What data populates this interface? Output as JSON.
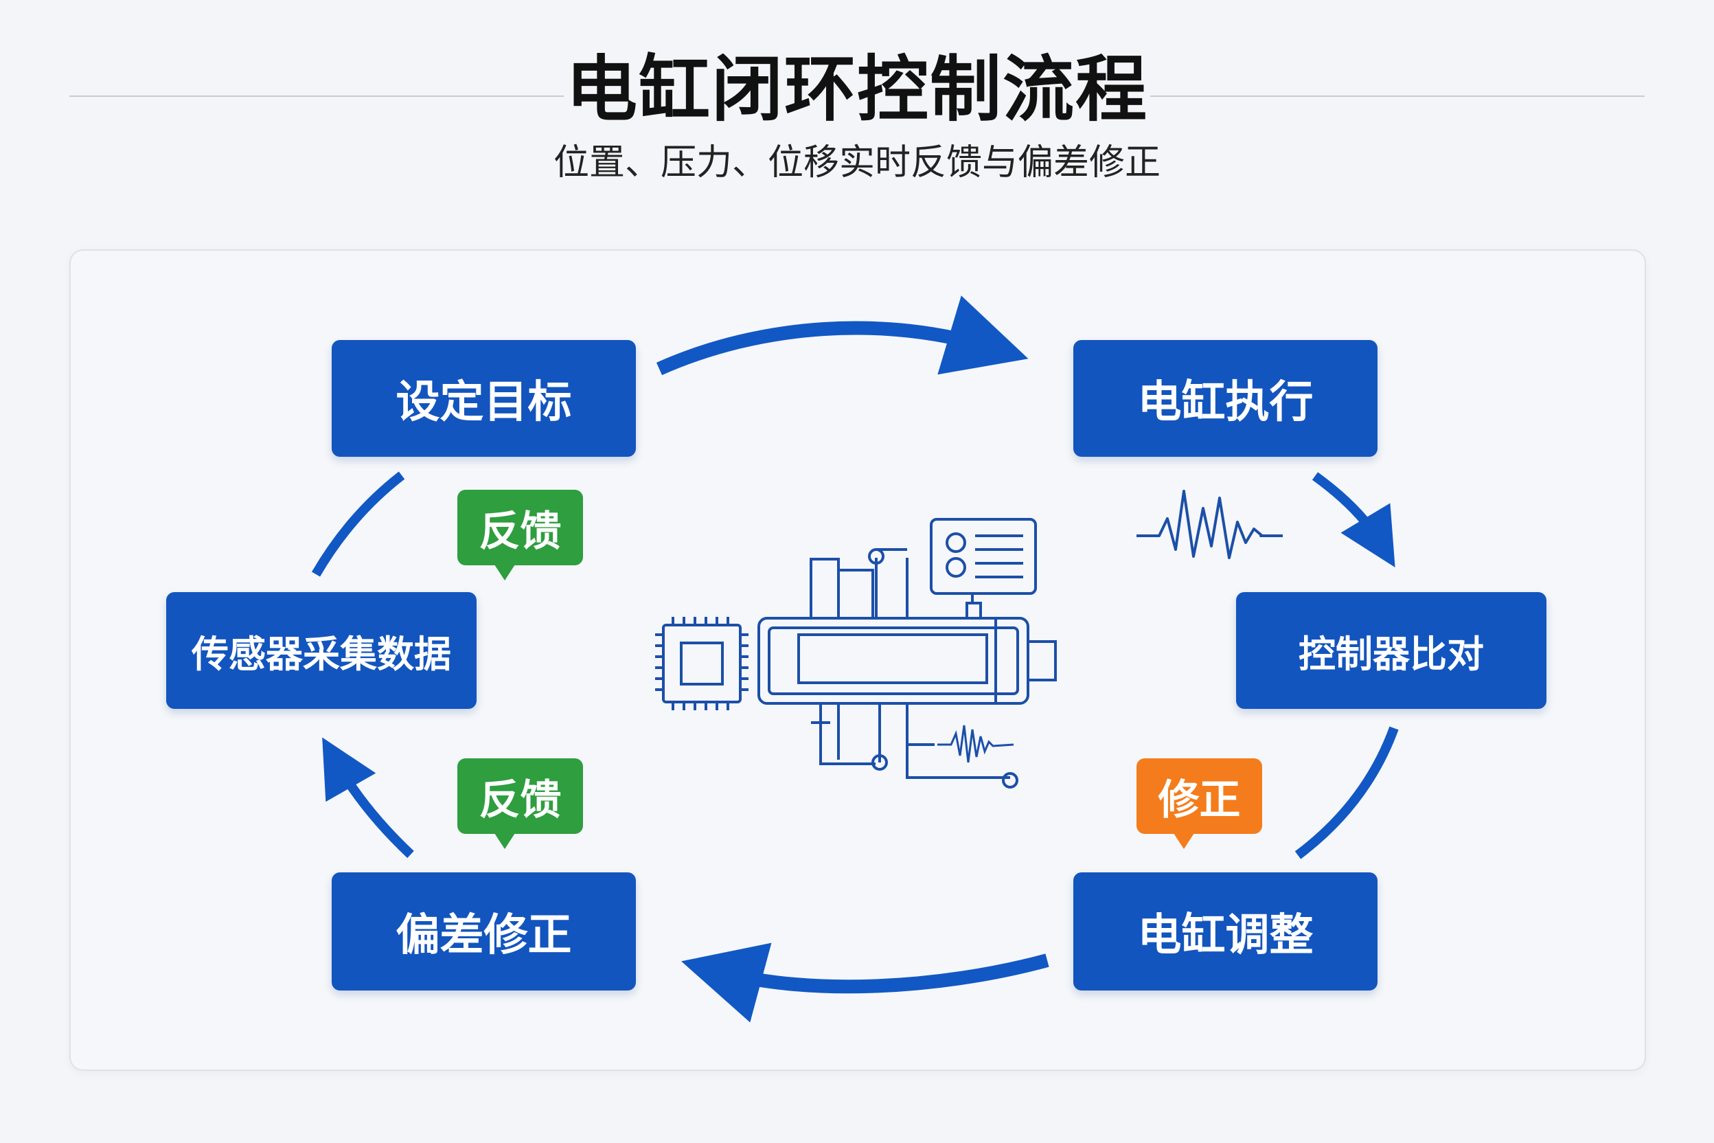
{
  "title": "电缸闭环控制流程",
  "subtitle": "位置、压力、位移实时反馈与偏差修正",
  "nodes": {
    "set_target": "设定目标",
    "cylinder_execute": "电缸执行",
    "controller_compare": "控制器比对",
    "cylinder_adjust": "电缸调整",
    "deviation_correct": "偏差修正",
    "sensor_collect": "传感器采集数据"
  },
  "badges": {
    "feedback_upper": "反馈",
    "feedback_lower": "反馈",
    "correction": "修正"
  },
  "colors": {
    "node_blue": "#1355be",
    "arrow_blue": "#1258c4",
    "feedback_green": "#2e9e3f",
    "correction_orange": "#f47c1c"
  },
  "icons": [
    "electric-cylinder-illustration-icon",
    "chip-icon",
    "control-panel-icon",
    "waveform-icon"
  ]
}
